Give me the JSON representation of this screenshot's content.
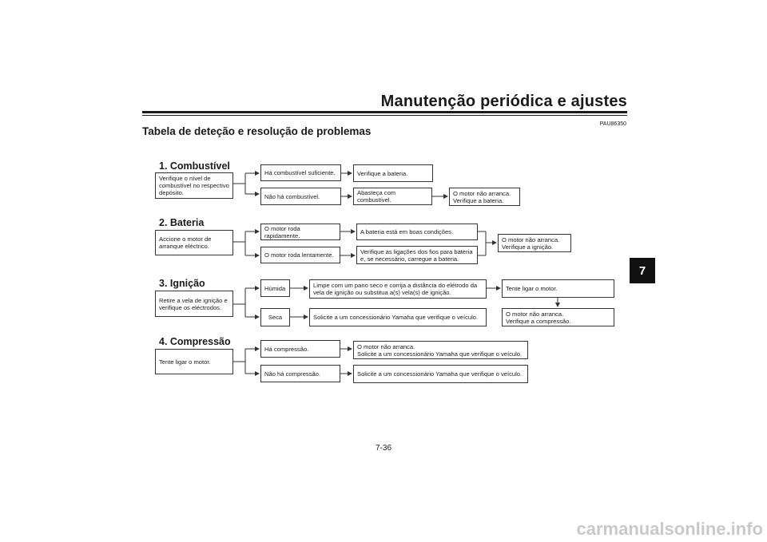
{
  "header": {
    "title": "Manutenção periódica e ajustes",
    "code": "PAU86350",
    "section_title": "Tabela de deteção e resolução de problemas",
    "chapter_tab": "7"
  },
  "groups": [
    {
      "title": "1. Combustível",
      "check": "Verifique o nível de\ncombustível no respectivo\ndepósito.",
      "branches": [
        {
          "condition": "Há combustível suficiente.",
          "action": "Verifique a bateria."
        },
        {
          "condition": "Não há combustível.",
          "action": "Abasteça com combustível.",
          "result": "O motor não arranca.\nVerifique a bateria."
        }
      ]
    },
    {
      "title": "2. Bateria",
      "check": "Accione o motor de\narranque eléctrico.",
      "branches": [
        {
          "condition": "O motor roda rapidamente.",
          "action": "A bateria está em boas condições."
        },
        {
          "condition": "O motor roda lentamente.",
          "action": "Verifique as ligações dos fios para bateria\ne, se necessário, carregue a bateria."
        }
      ],
      "result": "O motor não arranca.\nVerifique a ignição."
    },
    {
      "title": "3. Ignição",
      "check": "Retire a vela de ignição e\nverifique os eléctrodos.",
      "branches": [
        {
          "condition": "Húmida",
          "action": "Limpe com um pano seco e corrija a distância do elétrodo da\nvela de ignição ou substitua a(s) vela(s) de ignição.",
          "next": "Tente ligar o motor."
        },
        {
          "condition": "Seca",
          "action": "Solicite a um concessionário Yamaha que verifique o veículo."
        }
      ],
      "result": "O motor não arranca.\nVerifique a compressão."
    },
    {
      "title": "4. Compressão",
      "check": "Tente ligar o motor.",
      "branches": [
        {
          "condition": "Há compressão.",
          "action": "O motor não arranca.\nSolicite a um concessionário Yamaha que verifique o veículo."
        },
        {
          "condition": "Não há compressão.",
          "action": "Solicite a um concessionário Yamaha que verifique o veículo."
        }
      ]
    }
  ],
  "footer": {
    "page_number": "7-36",
    "watermark": "carmanualsonline.info"
  }
}
